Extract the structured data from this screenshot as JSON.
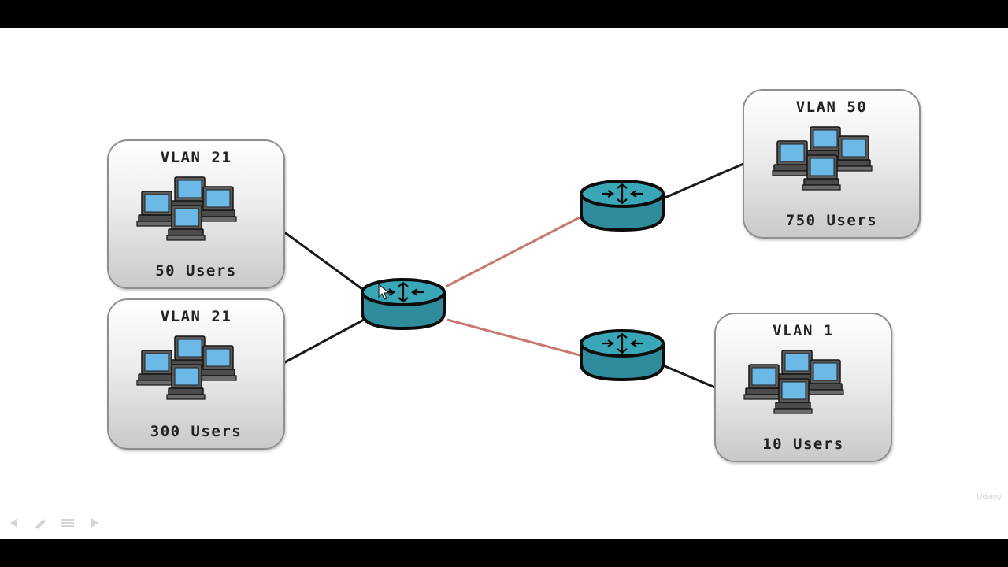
{
  "colors": {
    "router_fill": "#3a9fb0",
    "router_outline": "#0c0c0c",
    "uplink_line": "#c9786f",
    "access_line": "#1a1a1a",
    "monitor_screen": "#6cb8e6"
  },
  "vlans": [
    {
      "title": "VLAN 21",
      "users": "50 Users"
    },
    {
      "title": "VLAN 21",
      "users": "300 Users"
    },
    {
      "title": "VLAN 50",
      "users": "750 Users"
    },
    {
      "title": "VLAN 1",
      "users": "10 Users"
    }
  ],
  "routers": [
    {
      "role": "core",
      "icon": "router-icon"
    },
    {
      "role": "upper",
      "icon": "router-icon"
    },
    {
      "role": "lower",
      "icon": "router-icon"
    }
  ],
  "player_controls": [
    "previous-icon",
    "pen-icon",
    "menu-icon",
    "next-icon"
  ],
  "watermark": "Udemy"
}
